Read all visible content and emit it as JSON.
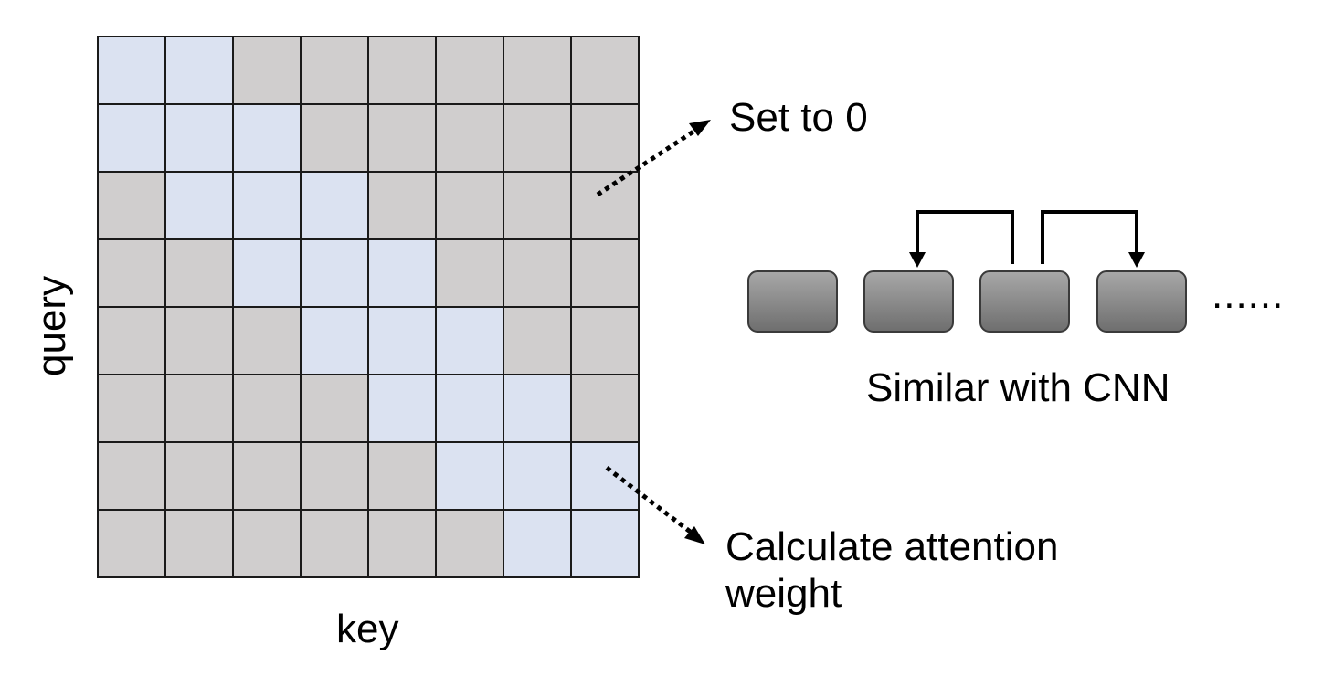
{
  "matrix": {
    "rows": 8,
    "cols": 8,
    "window": 1,
    "cell_colors": {
      "in_window": "#dbe2f1",
      "masked": "#d0cece",
      "border": "#1a1a1a"
    }
  },
  "labels": {
    "query": "query",
    "key": "key",
    "masked": "Set to 0",
    "attended": "Calculate attention weight",
    "cnn": "Similar with CNN",
    "ellipsis": "......"
  },
  "blocks": {
    "count": 4,
    "fill_top": "#a8a8a8",
    "fill_bottom": "#6e6e6e",
    "stroke": "#3a3a3a"
  },
  "icons": {
    "dotted_arrow": "dotted-arrow-icon",
    "bracket_arrow": "bracket-arrow-icon"
  }
}
